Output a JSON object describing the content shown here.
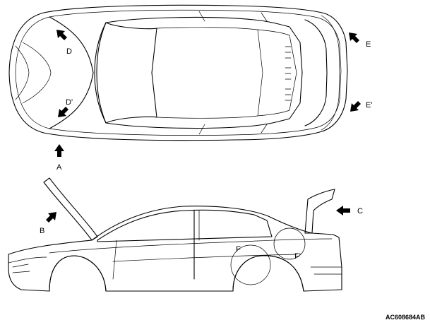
{
  "labels": {
    "A": "A",
    "B": "B",
    "C": "C",
    "D": "D",
    "D_prime": "D'",
    "E": "E",
    "E_prime": "E'",
    "F": "F",
    "F_prime": "F'"
  },
  "figure_code": "AC608684AB",
  "colors": {
    "ink": "#000000",
    "background": "#ffffff"
  }
}
